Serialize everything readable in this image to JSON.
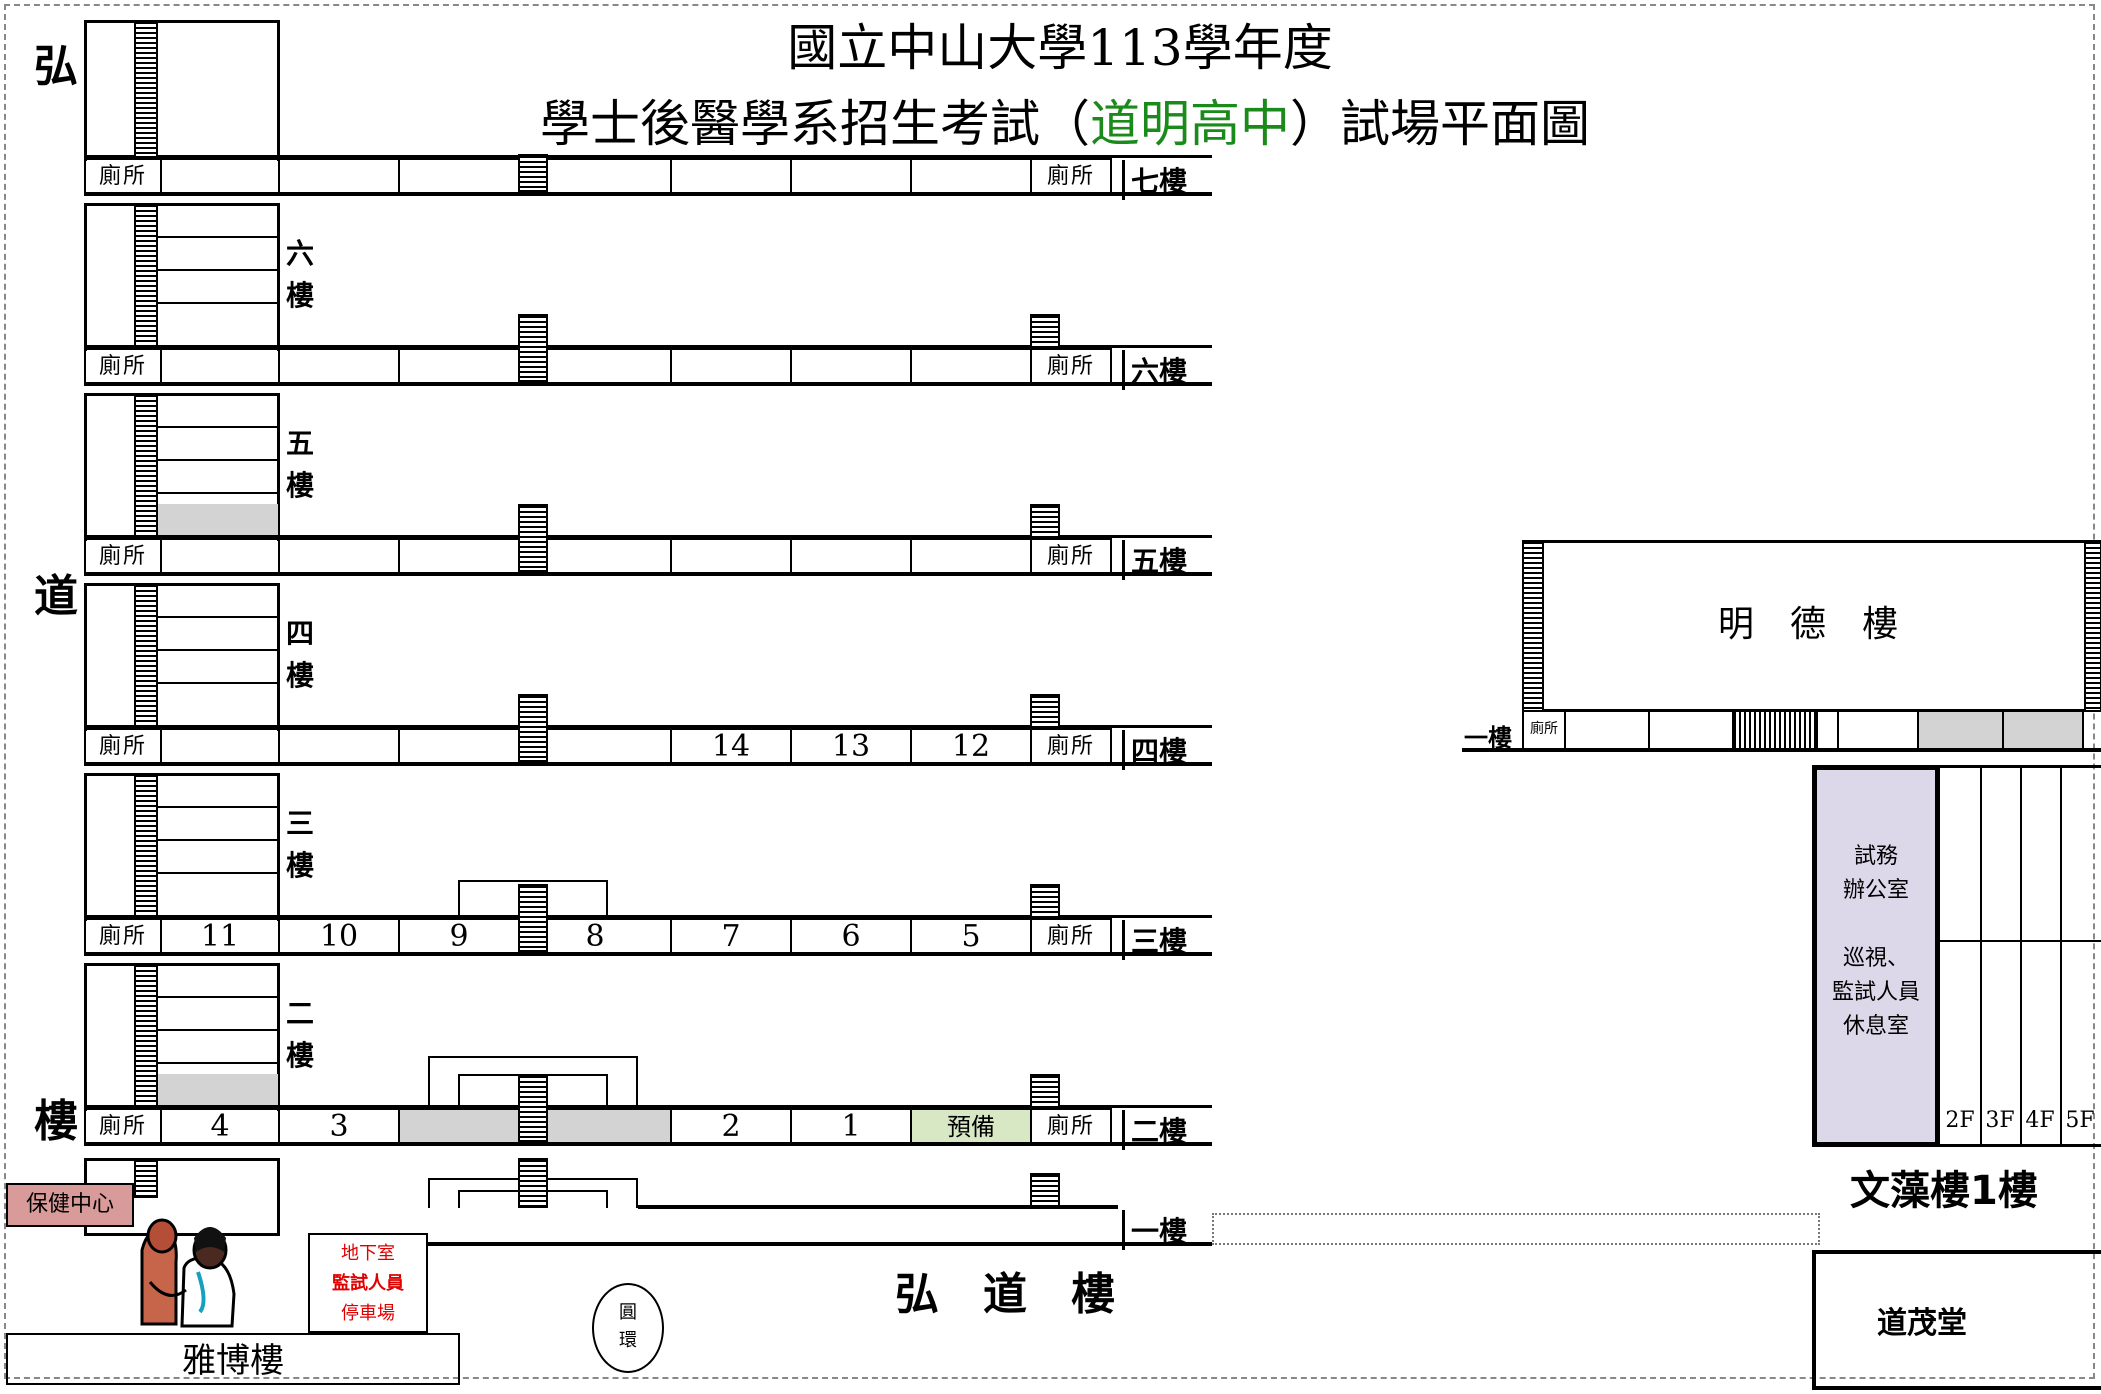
{
  "title": {
    "line1": "國立中山大學113學年度",
    "line2_a": "學士後醫學系招生考試（",
    "line2_b": "道明高中",
    "line2_c": "）試場平面圖"
  },
  "left_building_label": {
    "c1": "弘",
    "c2": "道",
    "c3": "樓"
  },
  "toilet": "廁所",
  "floors": [
    {
      "label": "七樓",
      "rooms": [
        "",
        "",
        "",
        "",
        "",
        "",
        ""
      ]
    },
    {
      "label": "六樓",
      "rooms": [
        "",
        "",
        "",
        "",
        "",
        "",
        ""
      ],
      "v1": "六",
      "v2": "樓"
    },
    {
      "label": "五樓",
      "rooms": [
        "",
        "",
        "",
        "",
        "",
        "",
        ""
      ],
      "v1": "五",
      "v2": "樓"
    },
    {
      "label": "四樓",
      "rooms": [
        "",
        "",
        "",
        "14",
        "13",
        "12"
      ],
      "v1": "四",
      "v2": "樓"
    },
    {
      "label": "三樓",
      "rooms": [
        "11",
        "10",
        "9",
        "8",
        "7",
        "6",
        "5"
      ],
      "v1": "三",
      "v2": "樓"
    },
    {
      "label": "二樓",
      "rooms": [
        "4",
        "3",
        "",
        "",
        "2",
        "1",
        "預備"
      ],
      "v1": "二",
      "v2": "樓"
    },
    {
      "label": "一樓"
    }
  ],
  "hongdao_bottom": "弘　道　樓",
  "health_center": "保健中心",
  "basement": {
    "l1": "地下室",
    "l2": "監試人員",
    "l3": "停車場"
  },
  "roundabout": {
    "l1": "圓",
    "l2": "環"
  },
  "yabo": "雅博樓",
  "mingde": {
    "name": "明　德　樓",
    "floor": "一樓",
    "toilet": "廁所"
  },
  "wenzao": {
    "office1": "試務",
    "office2": "辦公室",
    "rest1": "巡視、",
    "rest2": "監試人員",
    "rest3": "休息室",
    "floors": [
      "2F",
      "3F",
      "4F",
      "5F"
    ],
    "name": "文藻樓1樓"
  },
  "daomao": "道茂堂",
  "colors": {
    "spare_room": "#d9e8c4",
    "gray_room": "#d3d3d3",
    "office": "#dcd8ea",
    "health": "#d99a9a",
    "highlight": "#1a8a1a",
    "basement_text": "#e00000"
  }
}
